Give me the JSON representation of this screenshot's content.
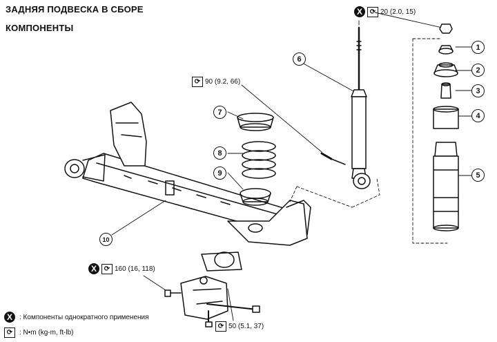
{
  "header": {
    "title": "ЗАДНЯЯ ПОДВЕСКА В СБОРЕ",
    "subtitle": "КОМПОНЕНТЫ"
  },
  "callouts": [
    "1",
    "2",
    "3",
    "4",
    "5",
    "6",
    "7",
    "8",
    "9",
    "10"
  ],
  "torque_labels": {
    "top": "20 (2.0, 15)",
    "shock_bolt": "90 (9.2, 66)",
    "bracket_bolt": "160 (16, 118)",
    "bottom_bolt": "50 (5.1, 37)"
  },
  "legend": {
    "x_symbol": "X",
    "x_text": ": Компоненты однократного применения",
    "torque_text": ": N•m (kg-m, ft-lb)"
  },
  "colors": {
    "line": "#111111",
    "background": "#ffffff"
  }
}
